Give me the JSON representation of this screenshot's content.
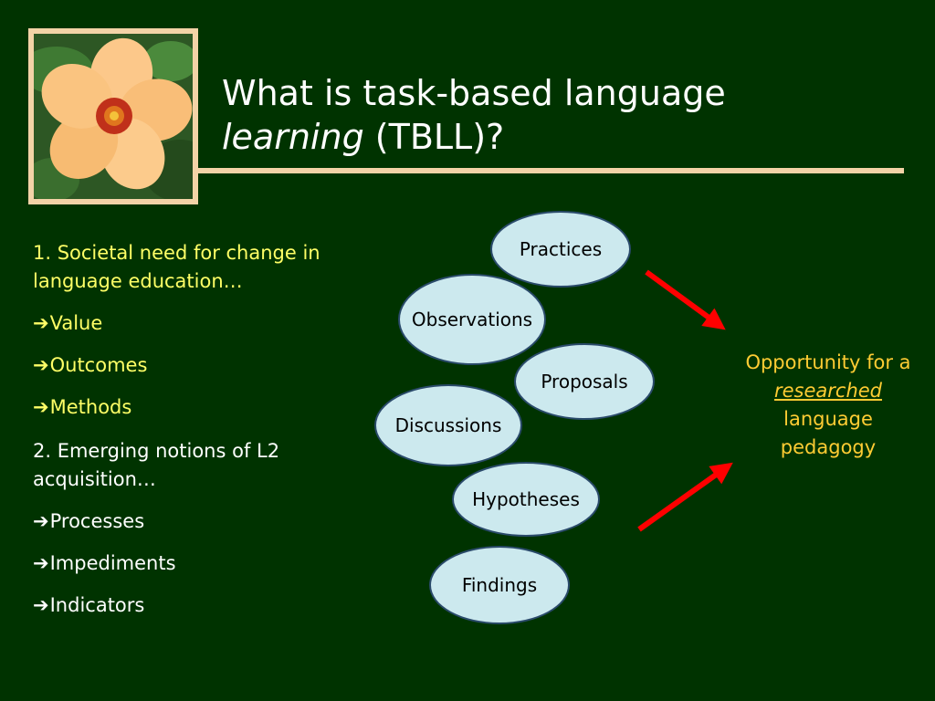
{
  "slide": {
    "title_line1": "What is task-based language",
    "title_italic": "learning",
    "title_rest": " (TBLL)?",
    "left": {
      "heading1": "1. Societal need for change in language education…",
      "bullets1": [
        "Value",
        "Outcomes",
        "Methods"
      ],
      "heading2": "2. Emerging notions of L2 acquisition…",
      "bullets2": [
        "Processes",
        "Impediments",
        "Indicators"
      ],
      "arrow_glyph": "➔"
    },
    "ellipses": [
      "Practices",
      "Observations",
      "Proposals",
      "Discussions",
      "Hypotheses",
      "Findings"
    ],
    "opportunity": {
      "line1": "Opportunity for a",
      "underlined": "researched",
      "line3": "language",
      "line4": "pedagogy"
    }
  },
  "colors": {
    "background": "#003300",
    "frame": "#F3D3A7",
    "heading": "#FFFF66",
    "ellipse_fill": "#CCE9EE",
    "arrow": "#FF0000",
    "opportunity": "#FFCC33"
  }
}
